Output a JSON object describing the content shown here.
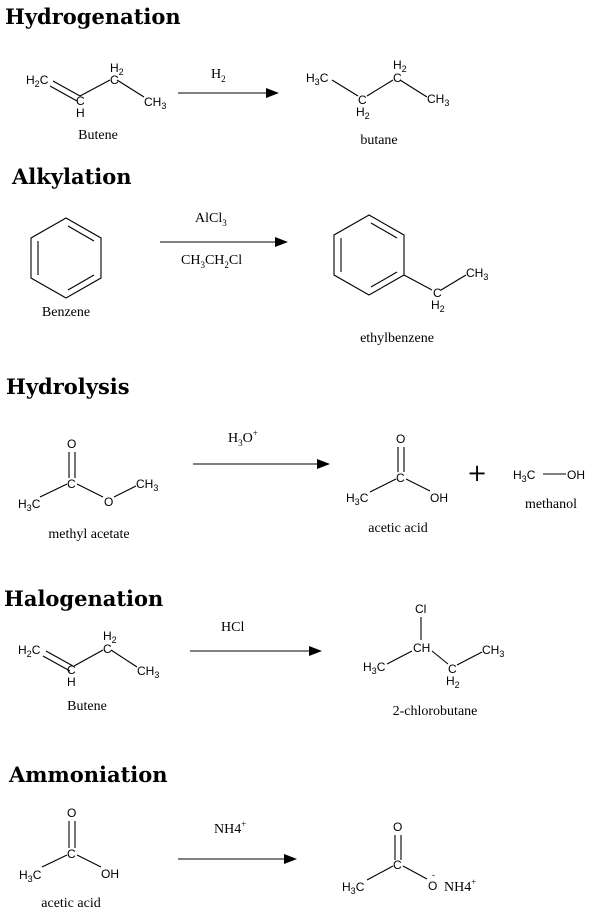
{
  "sections": {
    "hydrogenation": {
      "title": "Hydrogenation",
      "reagent": {
        "base": "H",
        "sub": "2"
      },
      "reactant_name": "Butene",
      "product_name": "butane"
    },
    "alkylation": {
      "title": "Alkylation",
      "reagent_top": {
        "a": "AlCl",
        "sub": "3"
      },
      "reagent_bottom": {
        "a": "CH",
        "s1": "3",
        "b": "CH",
        "s2": "2",
        "c": "Cl"
      },
      "reactant_name": "Benzene",
      "product_name": "ethylbenzene"
    },
    "hydrolysis": {
      "title": "Hydrolysis",
      "reagent": {
        "base": "H",
        "sub": "3",
        "tail": "O",
        "sup": "+"
      },
      "reactant_name": "methyl acetate",
      "product_name": "acetic acid",
      "plus": "+",
      "second_product_name": "methanol"
    },
    "halogenation": {
      "title": "Halogenation",
      "reagent": "HCl",
      "reactant_name": "Butene",
      "product_name": "2-chlorobutane"
    },
    "ammoniation": {
      "title": "Ammoniation",
      "reagent": {
        "base": "NH4",
        "sup": "+"
      },
      "reactant_name": "acetic acid"
    }
  },
  "atoms": {
    "H": "H",
    "C": "C",
    "O": "O",
    "OH": "OH",
    "Cl": "Cl",
    "CH": "CH",
    "H2C": {
      "a": "H",
      "sub": "2",
      "b": "C"
    },
    "H3C": {
      "a": "H",
      "sub": "3",
      "b": "C"
    },
    "CH3": {
      "a": "CH",
      "sub": "3"
    },
    "H2": {
      "a": "H",
      "sub": "2"
    },
    "minus": "-",
    "NH4plus": {
      "a": "NH4",
      "sup": "+"
    }
  }
}
